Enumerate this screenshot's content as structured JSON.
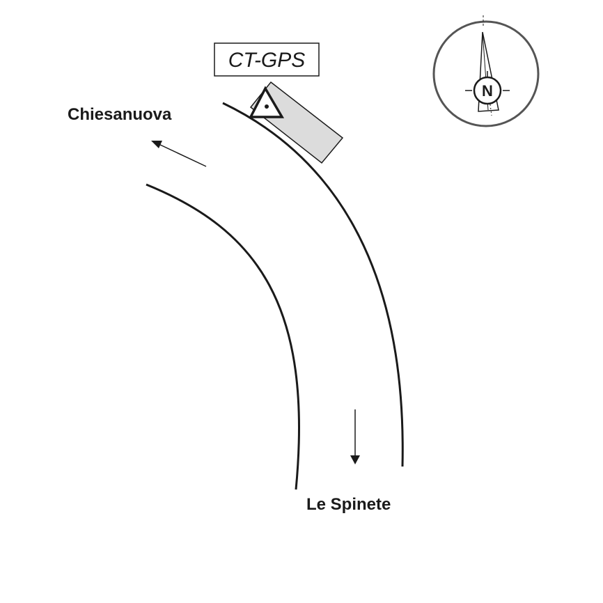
{
  "labels": {
    "chiesanuova": "Chiesanuova",
    "le_spinete": "Le Spinete",
    "station": "CT-GPS",
    "compass_north": "N"
  },
  "colors": {
    "line": "#1a1a1a",
    "instrument_fill": "#dcdcdc",
    "compass_ring": "#555555",
    "background": "#ffffff"
  },
  "icons": {
    "compass": "compass-rose-icon",
    "station_marker": "triangle-station-icon"
  }
}
